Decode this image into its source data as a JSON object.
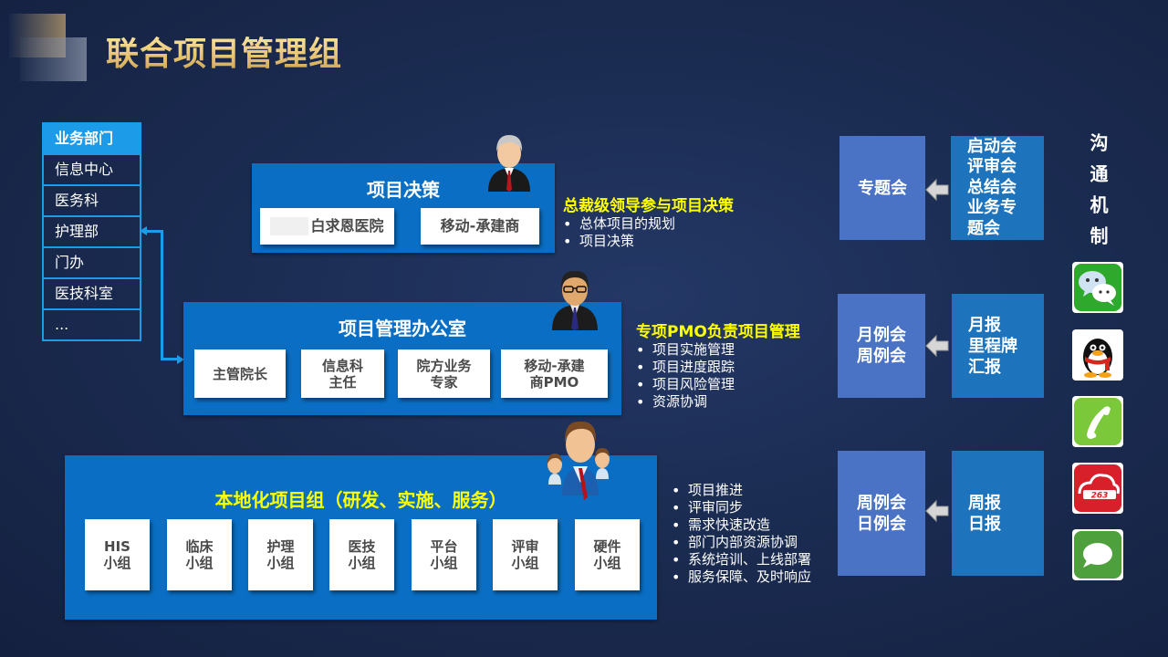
{
  "header": {
    "title": "联合项目管理组"
  },
  "departments": {
    "header": "业务部门",
    "items": [
      "信息中心",
      "医务科",
      "护理部",
      "门办",
      "医技科室",
      "..."
    ]
  },
  "decision": {
    "title": "项目决策",
    "cards": [
      "白求恩医院",
      "移动-承建商"
    ],
    "note_title": "总裁级领导参与项目决策",
    "bullets": [
      "总体项目的规划",
      "项目决策"
    ]
  },
  "pmo": {
    "title": "项目管理办公室",
    "cards": [
      "主管院长",
      "信息科\n主任",
      "院方业务\n专家",
      "移动-承建\n商PMO"
    ],
    "note_title": "专项PMO负责项目管理",
    "bullets": [
      "项目实施管理",
      "项目进度跟踪",
      "项目风险管理",
      "资源协调"
    ]
  },
  "local": {
    "title": "本地化项目组（研发、实施、服务）",
    "cards": [
      "HIS\n小组",
      "临床\n小组",
      "护理\n小组",
      "医技\n小组",
      "平台\n小组",
      "评审\n小组",
      "硬件\n小组"
    ],
    "bullets": [
      "项目推进",
      "评审同步",
      "需求快速改造",
      "部门内部资源协调",
      "系统培训、上线部署",
      "服务保障、及时响应"
    ]
  },
  "meetings": [
    {
      "left": "专题会",
      "right": "启动会\n评审会\n总结会\n业务专\n题会"
    },
    {
      "left": "月例会\n周例会",
      "right": "月报\n里程牌\n汇报"
    },
    {
      "left": "周例会\n日例会",
      "right": "周报\n日报"
    }
  ],
  "communication": {
    "title": "沟通机制",
    "apps": [
      "wechat-icon",
      "qq-icon",
      "phone-icon",
      "263-mail-icon",
      "messages-icon"
    ]
  },
  "colors": {
    "panel": "#0a6fc4",
    "accent_line": "#1c9be8",
    "highlight": "#ffff00",
    "title_gold": "#e8c472",
    "meeting_left": "#4a72c5",
    "meeting_right": "#1d74bd"
  }
}
